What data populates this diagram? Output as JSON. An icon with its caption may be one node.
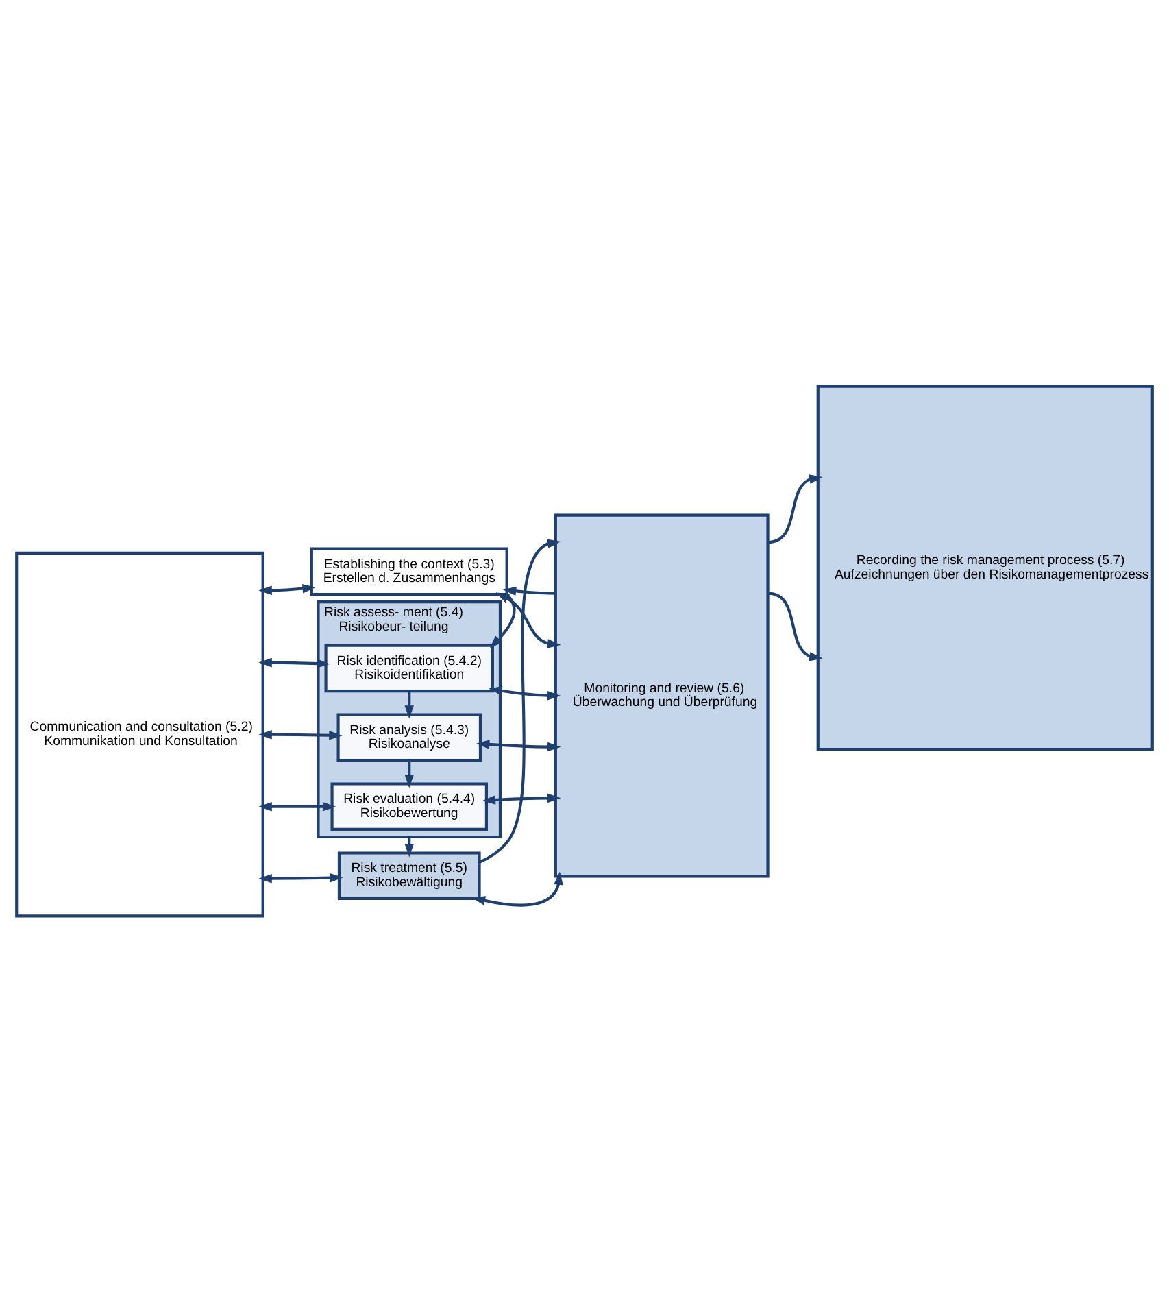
{
  "diagram": {
    "nodes": [
      {
        "text": [
          "Communication and consultation (5.2)",
          "Kommunikation und Konsultation"
        ]
      },
      {
        "text": [
          "Establishing the context (5.3)",
          "Erstellen d. Zusammenhangs"
        ]
      },
      {
        "text": [
          "Risk assess- ment (5.4)",
          "Risikobeur- teilung"
        ]
      },
      {
        "text": [
          "Risk identification (5.4.2)",
          "Risikoidentifikation"
        ],
        "in": 2
      },
      {
        "text": [
          "Risk analysis (5.4.3)",
          "Risikoanalyse"
        ],
        "in": 2
      },
      {
        "text": [
          "Risk evaluation (5.4.4)",
          "Risikobewertung"
        ],
        "in": 2
      },
      {
        "text": [
          "Risk treatment (5.5)",
          "Risikobewältigung"
        ]
      },
      {
        "text": [
          "Monitoring and review (5.6)",
          "Überwachung und Überprüfung"
        ]
      },
      {
        "text": [
          "Recording the risk management process (5.7)",
          "Aufzeichnungen über den Risikomanagementprozess"
        ]
      }
    ],
    "edges": [
      {
        "from": 1,
        "to": 3,
        "arrow": "to"
      },
      {
        "from": 3,
        "to": 4,
        "arrow": "to"
      },
      {
        "from": 4,
        "to": 5,
        "arrow": "to"
      },
      {
        "from": 2,
        "to": 6,
        "arrow": "to"
      },
      {
        "from": 6,
        "to": 7,
        "arrow": "to"
      },
      {
        "from": 7,
        "to": 1,
        "arrow": "to"
      },
      {
        "from": 7,
        "to": 8,
        "arrow": "to"
      },
      {
        "from": 7,
        "to": 8,
        "arrow": "to"
      },
      {
        "from": 0,
        "to": 1,
        "arrow": "both"
      },
      {
        "from": 0,
        "to": 3,
        "arrow": "both"
      },
      {
        "from": 0,
        "to": 4,
        "arrow": "both"
      },
      {
        "from": 0,
        "to": 5,
        "arrow": "both"
      },
      {
        "from": 0,
        "to": 6,
        "arrow": "both"
      },
      {
        "from": 1,
        "to": 7,
        "arrow": "both"
      },
      {
        "from": 3,
        "to": 7,
        "arrow": "both"
      },
      {
        "from": 4,
        "to": 7,
        "arrow": "both"
      },
      {
        "from": 5,
        "to": 7,
        "arrow": "both"
      },
      {
        "from": 6,
        "to": 7,
        "arrow": "both"
      }
    ]
  }
}
